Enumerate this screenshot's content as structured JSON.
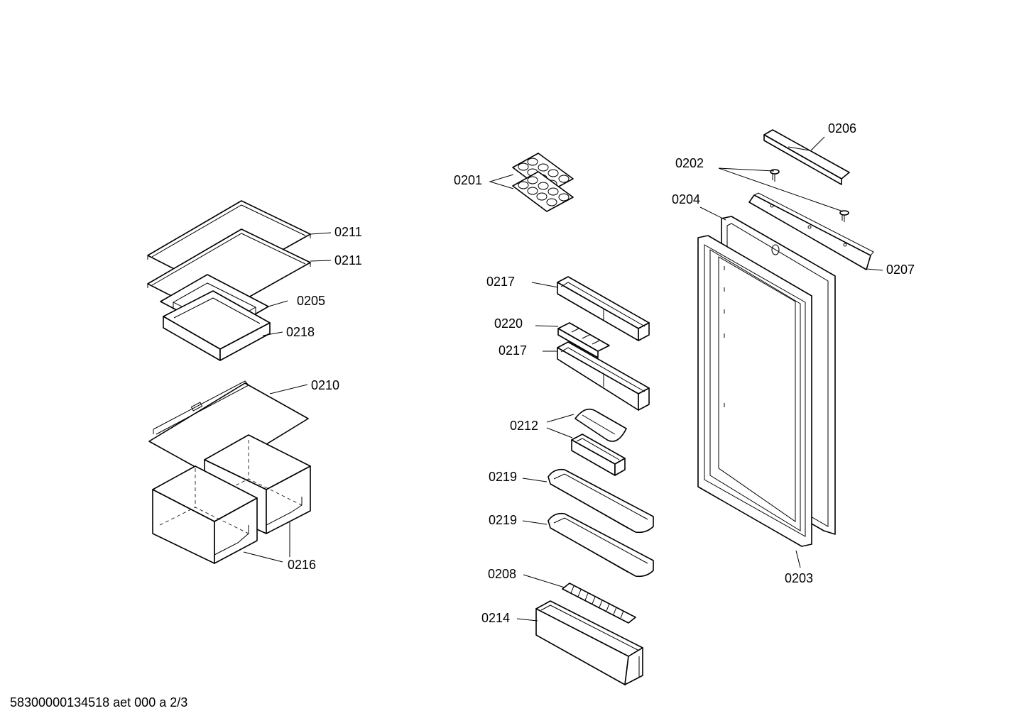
{
  "labels": {
    "l0211a": "0211",
    "l0211b": "0211",
    "l0205": "0205",
    "l0218": "0218",
    "l0210": "0210",
    "l0216": "0216",
    "l0201": "0201",
    "l0217a": "0217",
    "l0220": "0220",
    "l0217b": "0217",
    "l0212": "0212",
    "l0219a": "0219",
    "l0219b": "0219",
    "l0208": "0208",
    "l0214": "0214",
    "l0206": "0206",
    "l0202": "0202",
    "l0204": "0204",
    "l0207": "0207",
    "l0203": "0203"
  },
  "footer": "58300000134518 aet 000 a 2/3"
}
